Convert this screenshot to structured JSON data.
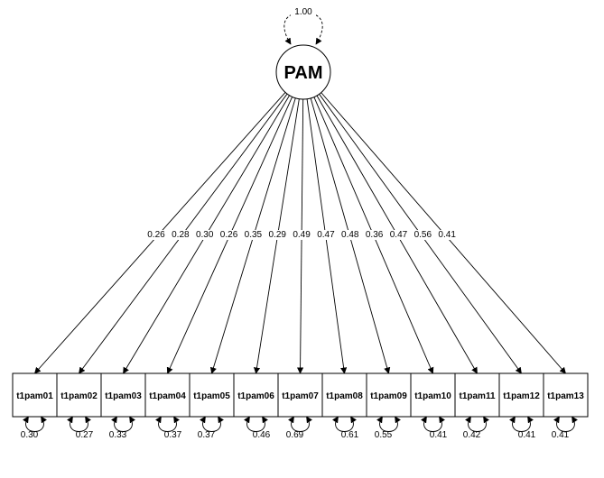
{
  "latent": {
    "name": "PAM",
    "variance": "1.00"
  },
  "indicators": [
    {
      "name": "t1pam01",
      "loading": "0.26",
      "residual": "0.30"
    },
    {
      "name": "t1pam02",
      "loading": "0.28",
      "residual": "0.27"
    },
    {
      "name": "t1pam03",
      "loading": "0.30",
      "residual": "0.33"
    },
    {
      "name": "t1pam04",
      "loading": "0.26",
      "residual": "0.37"
    },
    {
      "name": "t1pam05",
      "loading": "0.35",
      "residual": "0.37"
    },
    {
      "name": "t1pam06",
      "loading": "0.29",
      "residual": "0.46"
    },
    {
      "name": "t1pam07",
      "loading": "0.49",
      "residual": "0.69"
    },
    {
      "name": "t1pam08",
      "loading": "0.47",
      "residual": "0.61"
    },
    {
      "name": "t1pam09",
      "loading": "0.48",
      "residual": "0.55"
    },
    {
      "name": "t1pam10",
      "loading": "0.36",
      "residual": "0.41"
    },
    {
      "name": "t1pam11",
      "loading": "0.47",
      "residual": "0.42"
    },
    {
      "name": "t1pam12",
      "loading": "0.56",
      "residual": "0.41"
    },
    {
      "name": "t1pam13",
      "loading": "0.41",
      "residual": "0.41"
    }
  ]
}
